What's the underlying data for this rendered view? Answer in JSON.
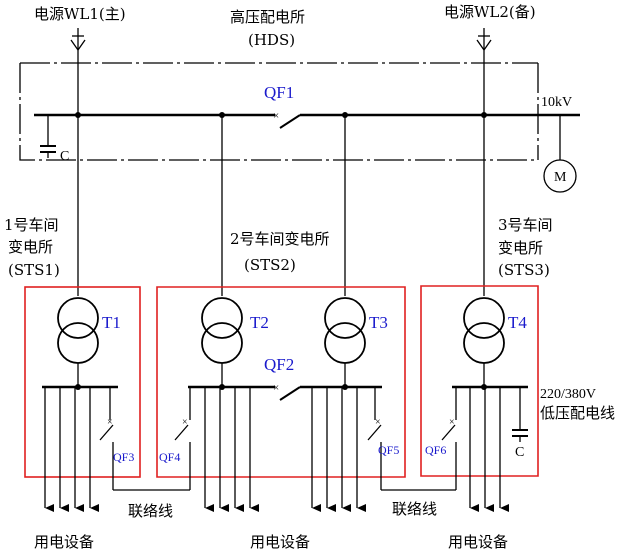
{
  "source_main": "电源WL1(主)",
  "source_backup": "电源WL2(备)",
  "hds_name": "高压配电所",
  "hds_code": "(HDS)",
  "qf1": "QF1",
  "qf2": "QF2",
  "bus_voltage": "10kV",
  "motor": "M",
  "cap_hv": "C",
  "cap_lv": "C",
  "sts1": {
    "line1": "1号车间",
    "line2": "变电所",
    "line3": "(STS1)"
  },
  "sts2": {
    "line1": "2号车间变电所",
    "line2": "(STS2)"
  },
  "sts3": {
    "line1": "3号车间",
    "line2": "变电所",
    "line3": "(STS3)"
  },
  "transformers": [
    "T1",
    "T2",
    "T3",
    "T4"
  ],
  "lv_breakers": [
    "QF3",
    "QF4",
    "QF5",
    "QF6"
  ],
  "lv_voltage": "220/380V",
  "lv_line": "低压配电线",
  "tie_line": "联络线",
  "equipment": "用电设备"
}
